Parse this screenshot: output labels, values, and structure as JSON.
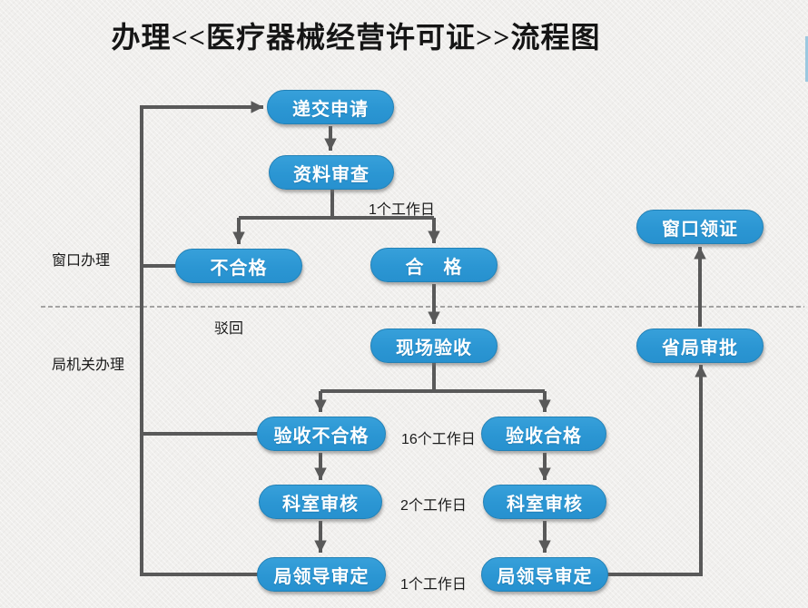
{
  "title": "办理<<医疗器械经营许可证>>流程图",
  "lanes": {
    "window_label": "窗口办理",
    "bureau_label": "局机关办理"
  },
  "nodes": {
    "submit": "递交申请",
    "doc_review": "资料审查",
    "unqualified": "不合格",
    "qualified": "合　格",
    "site_inspection": "现场验收",
    "inspection_fail": "验收不合格",
    "inspection_pass": "验收合格",
    "dept_review_left": "科室审核",
    "dept_review_right": "科室审核",
    "leader_approval_left": "局领导审定",
    "leader_approval_right": "局领导审定",
    "provincial_approval": "省局审批",
    "window_certificate": "窗口领证"
  },
  "annotations": {
    "reject": "驳回",
    "duration_doc_review": "1个工作日",
    "duration_inspection": "16个工作日",
    "duration_dept_review": "2个工作日",
    "duration_leader": "1个工作日"
  },
  "colors": {
    "node_fill": "#2B97D5",
    "node_border": "#2381B6",
    "node_text": "#FFFFFF",
    "arrow": "#595959",
    "divider": "#8A8A8A",
    "background": "#F0EFED",
    "title_text": "#151515"
  }
}
